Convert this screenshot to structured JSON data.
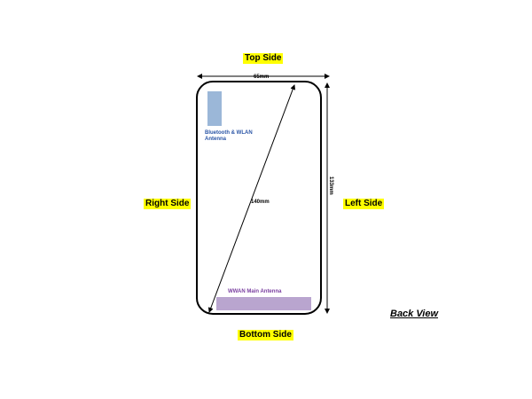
{
  "labels": {
    "top_side": "Top Side",
    "right_side": "Right Side",
    "left_side": "Left Side",
    "bottom_side": "Bottom Side",
    "back_view": "Back View"
  },
  "dimensions": {
    "width": "65mm",
    "diagonal": "140mm",
    "height": "133mm"
  },
  "antennas": {
    "bluetooth_wlan_line1": "Bluetooth & WLAN",
    "bluetooth_wlan_line2": "Antenna",
    "wwan_main": "WWAN Main Antenna"
  },
  "colors": {
    "highlight": "#ffff00",
    "bluetooth_block": "#9bb7d8",
    "wwan_block": "#b9a5cf",
    "bluetooth_text": "#2a55a6",
    "wwan_text": "#7a3fa0"
  }
}
